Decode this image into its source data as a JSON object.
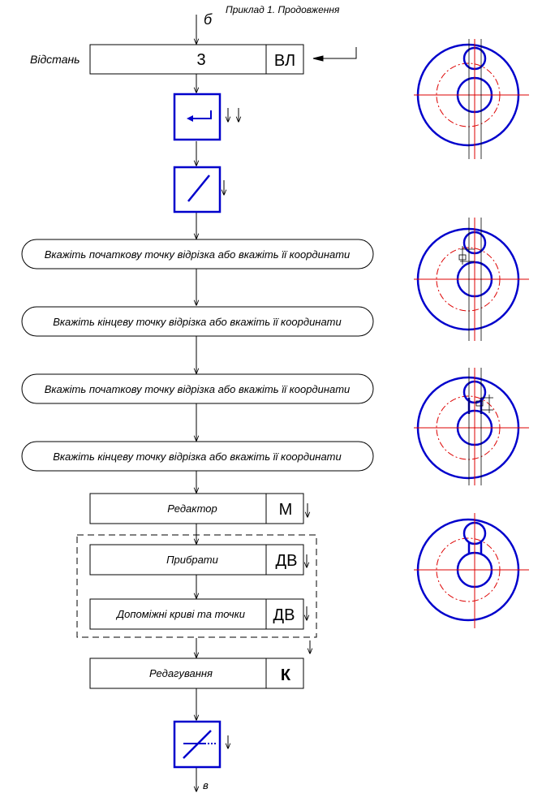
{
  "header": {
    "title": "Приклад 1. Продовження",
    "start_connector": "б",
    "end_connector": "в"
  },
  "steps": {
    "distance": {
      "side_label": "Відстань",
      "value": "3",
      "key": "ВЛ"
    },
    "prompt1": "Вкажіть початкову точку відрізка або вкажіть її координати",
    "prompt2": "Вкажіть кінцеву точку відрізка або вкажіть її координати",
    "prompt3": "Вкажіть початкову точку відрізка або вкажіть її координати",
    "prompt4": "Вкажіть кінцеву точку відрізка або вкажіть її координати",
    "editor": {
      "label": "Редактор",
      "key": "М"
    },
    "remove": {
      "label": "Прибрати",
      "key": "ДВ"
    },
    "aux": {
      "label": "Допоміжні криві та точки",
      "key": "ДВ"
    },
    "editing": {
      "label": "Редагування",
      "key": "К"
    }
  },
  "colors": {
    "flow": "#000000",
    "icon_blue": "#0000cc",
    "center_red": "#dd0000"
  },
  "icons": [
    "enter-icon",
    "segment-icon",
    "trim-icon"
  ]
}
